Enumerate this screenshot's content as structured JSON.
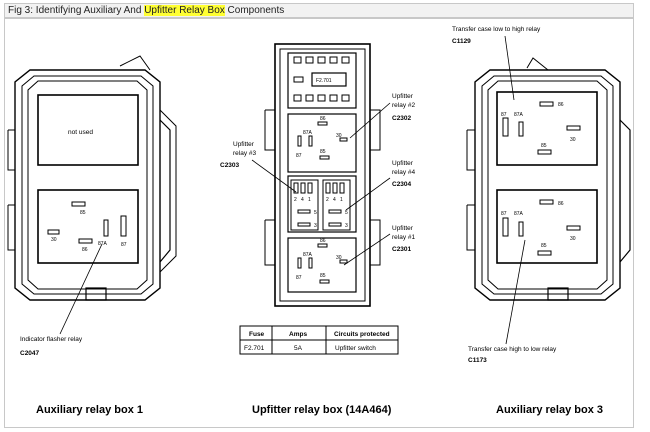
{
  "caption": {
    "prefix": "Fig 3: Identifying Auxiliary And ",
    "highlight": "Upfitter Relay Box",
    "suffix": " Components"
  },
  "box1": {
    "title": "Auxiliary relay box 1",
    "not_used": "not used",
    "pins": [
      "85",
      "30",
      "86",
      "87A",
      "87"
    ],
    "callout_label": "Indicator flasher relay",
    "callout_code": "C2047"
  },
  "box2": {
    "title": "Upfitter relay box (14A464)",
    "fuse_label": "F2.701",
    "relay2": {
      "label1": "Upfitter",
      "label2": "relay #2",
      "code": "C2302",
      "pins": [
        "86",
        "87A",
        "30",
        "87",
        "85"
      ]
    },
    "relay3": {
      "label1": "Upfitter",
      "label2": "relay #3",
      "code": "C2303"
    },
    "relay4": {
      "label1": "Upfitter",
      "label2": "relay #4",
      "code": "C2304"
    },
    "relay1": {
      "label1": "Upfitter",
      "label2": "relay #1",
      "code": "C2301",
      "pins": [
        "86",
        "87A",
        "30",
        "87",
        "85"
      ]
    },
    "mini_digits": [
      "2",
      "4",
      "1",
      "5",
      "3"
    ],
    "table": {
      "headers": [
        "Fuse",
        "Amps",
        "Circuits protected"
      ],
      "rows": [
        [
          "F2.701",
          "5A",
          "Upfitter switch"
        ]
      ]
    }
  },
  "box3": {
    "title": "Auxiliary relay box 3",
    "top_callout_label": "Transfer case low to high relay",
    "top_callout_code": "C1129",
    "bottom_callout_label": "Transfer case high to low relay",
    "bottom_callout_code": "C1173",
    "pins": [
      "86",
      "87",
      "87A",
      "30",
      "85"
    ]
  }
}
